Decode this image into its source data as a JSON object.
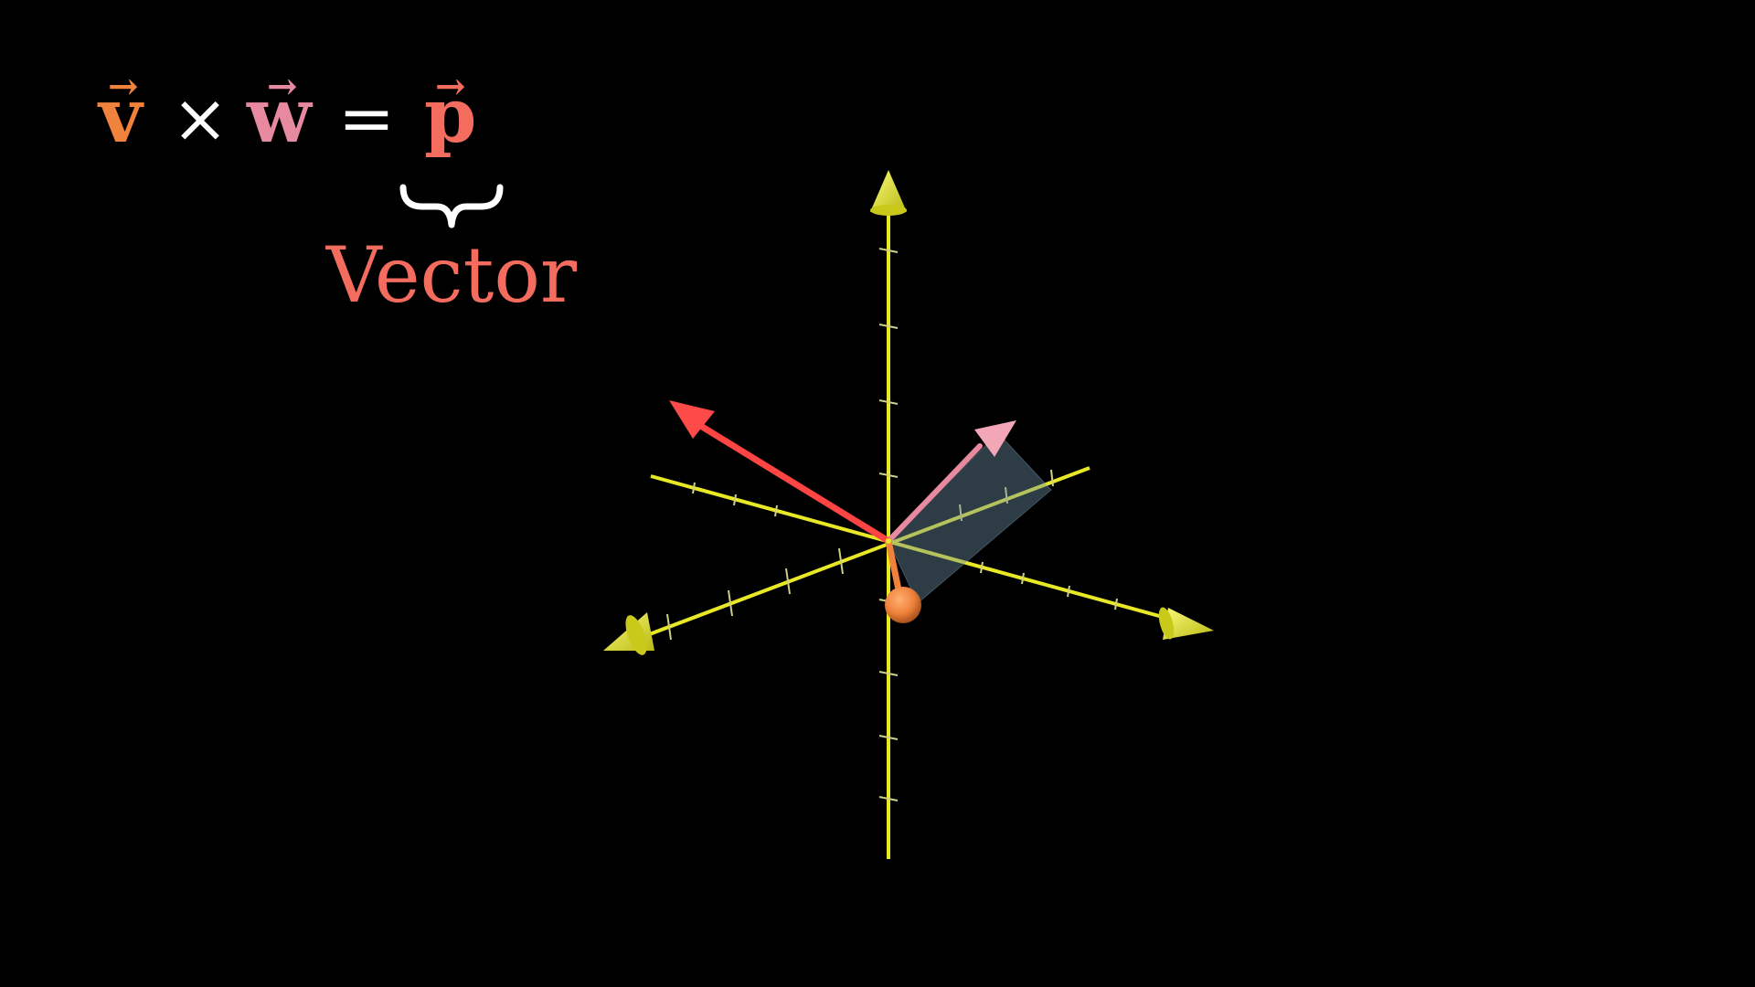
{
  "equation": {
    "v": "v",
    "times": "×",
    "w": "w",
    "equals": "=",
    "p": "p",
    "arrow_glyph": "→"
  },
  "annotation": {
    "label": "Vector"
  },
  "colors": {
    "background": "#000000",
    "v": "#f0823c",
    "w": "#e88a9f",
    "p": "#f36c5e",
    "operator": "#ffffff",
    "axes": "#e8e826",
    "cross_product": "#ff4444",
    "parallelogram": "#6e8fa8"
  },
  "icons": {
    "axes": "yellow-3d-axes-with-cone-tips",
    "vector_v": "orange-arrow-with-sphere-tip",
    "vector_w": "pink-arrow",
    "vector_p": "red-arrow"
  }
}
